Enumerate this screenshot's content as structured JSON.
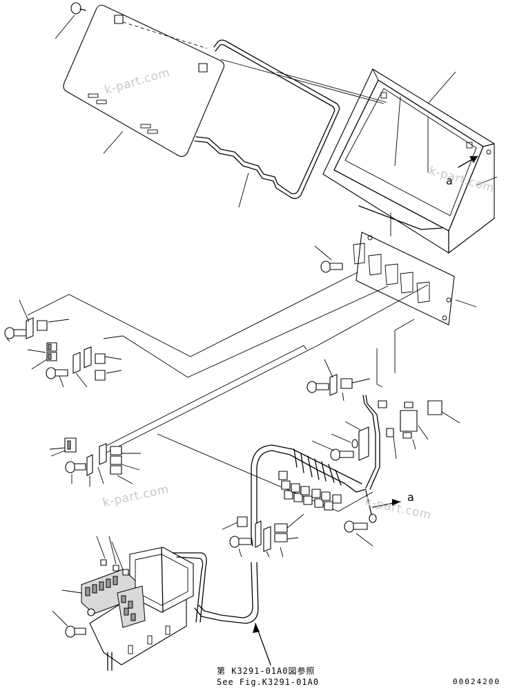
{
  "watermarks": [
    "k-part.com",
    "k-part.com",
    "k-part.com",
    "k-part.com"
  ],
  "detail_marker": "a",
  "detail_marker_2": "a",
  "reference": {
    "jp": "第 K3291-01A0図参照",
    "en": "See Fig.K3291-01A0"
  },
  "drawing_number": "00024200"
}
